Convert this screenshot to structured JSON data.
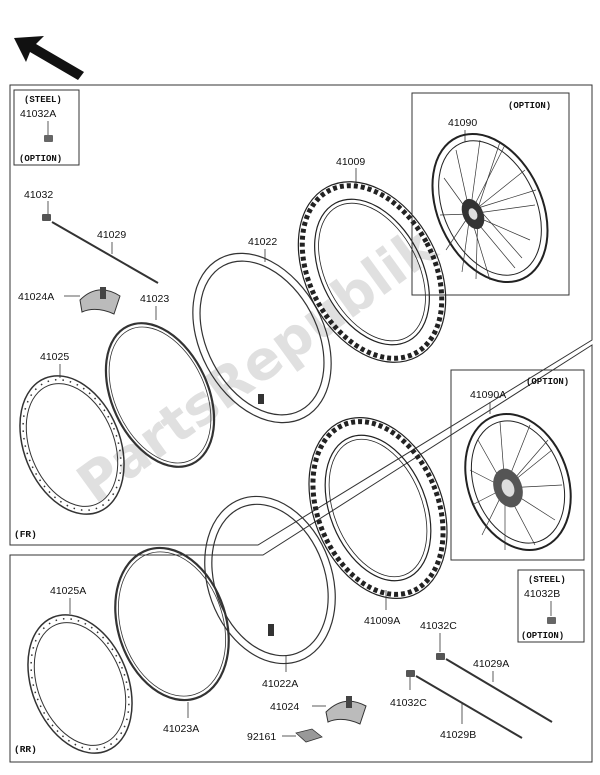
{
  "watermark": "PartsRepublik",
  "groups": {
    "front": "(FR)",
    "rear": "(RR)"
  },
  "notes": {
    "steel": "(STEEL)",
    "option": "(OPTION)"
  },
  "parts": {
    "p41032A": "41032A",
    "p41032": "41032",
    "p41029": "41029",
    "p41024A": "41024A",
    "p41023": "41023",
    "p41025": "41025",
    "p41022": "41022",
    "p41009": "41009",
    "p41090": "41090",
    "p41090A": "41090A",
    "p41009A": "41009A",
    "p41032B": "41032B",
    "p41032C_top": "41032C",
    "p41029A": "41029A",
    "p41032C_bot": "41032C",
    "p41029B": "41029B",
    "p41022A": "41022A",
    "p41024": "41024",
    "p92161": "92161",
    "p41023A": "41023A",
    "p41025A": "41025A"
  }
}
